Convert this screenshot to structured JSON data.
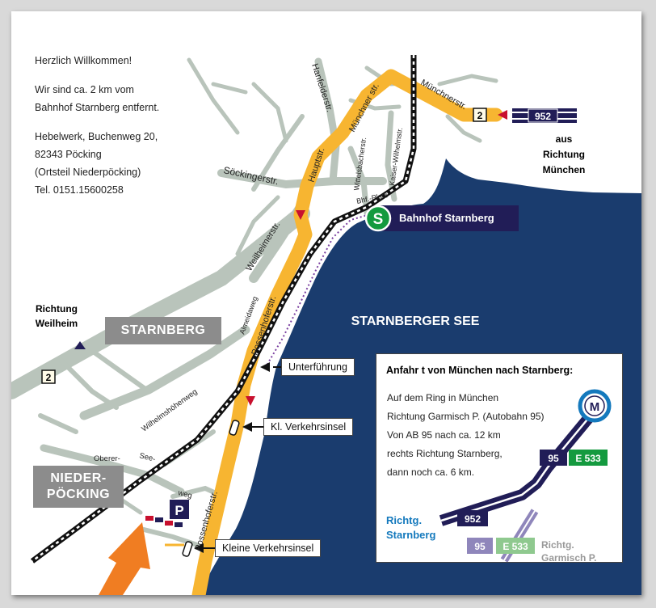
{
  "intro": {
    "welcome": "Herzlich Willkommen!",
    "distance_line1": "Wir sind ca. 2 km vom",
    "distance_line2": "Bahnhof Starnberg entfernt.",
    "address_line1": "Hebelwerk, Buchenweg 20,",
    "address_line2": "82343 Pöcking",
    "address_line3": "(Ortsteil Niederpöcking)",
    "phone": "Tel. 0151.15600258"
  },
  "streets": {
    "hanfelder": "Hanfelderstr.",
    "muenchner_str": "Münchner str.",
    "muenchnerstr": "Münchnerstr.",
    "hauptstr": "Hauptstr.",
    "soeckinger": "Söckingerstr.",
    "wittelsbacher": "Wittelsbacherstr.",
    "kaiser_wilhelm": "Kaiser-Wilhelmstr.",
    "bhf_platz": "Bhf.-Platz",
    "weilheimer": "Weilheimerstr.",
    "almeidaweg": "Almeidaweg",
    "possenhofer_upper": "Possenhoferstr.",
    "possenhofer_lower": "Possenhoferstr.",
    "wilhelmshoehenweg": "Wilhelmshöhenweg",
    "oberer": "Oberer-",
    "see": "See-",
    "weg": "weg"
  },
  "places": {
    "station": "Bahnhof Starnberg",
    "station_symbol": "S",
    "lake": "STARNBERGER SEE",
    "starnberg": "STARNBERG",
    "niederpoecking_1": "NIEDER-",
    "niederpoecking_2": "PÖCKING",
    "parking": "P",
    "richtung_weilheim_1": "Richtung",
    "richtung_weilheim_2": "Weilheim",
    "from_muenchen_1": "aus",
    "from_muenchen_2": "Richtung",
    "from_muenchen_3": "München"
  },
  "road_badges": {
    "b2_top": "2",
    "b2_left": "2",
    "b952_top": "952"
  },
  "callouts": {
    "underpass": "Unterführung",
    "small_island": "Kl. Verkehrsinsel",
    "small_island_2": "Kleine Verkehrsinsel"
  },
  "route_box": {
    "title": "Anfahr t von München nach Starnberg:",
    "lines": [
      "Auf dem Ring in München",
      "Richtung Garmisch P. (Autobahn 95)",
      "Von AB 95 nach ca. 12 km",
      "rechts Richtung Starnberg,",
      "dann noch ca. 6 km."
    ],
    "metro_symbol": "M",
    "a95_top": "95",
    "e533_top": "E 533",
    "b952": "952",
    "a95_bottom": "95",
    "e533_bottom": "E 533",
    "richtg_starnberg_1": "Richtg.",
    "richtg_starnberg_2": "Starnberg",
    "richtg_garmisch_1": "Richtg.",
    "richtg_garmisch_2": "Garmisch P."
  },
  "colors": {
    "lake": "#1a3c6e",
    "main_road": "#f7b531",
    "side_road": "#b9c4bb",
    "navy": "#211d57",
    "green": "#149a3f",
    "grey_label": "#8c8c8c",
    "arrow_orange": "#f07d22",
    "direction_red": "#c8102e",
    "route_blue": "#1479bd",
    "faded_purple": "#8f86bb",
    "faded_green": "#8fc98f"
  }
}
